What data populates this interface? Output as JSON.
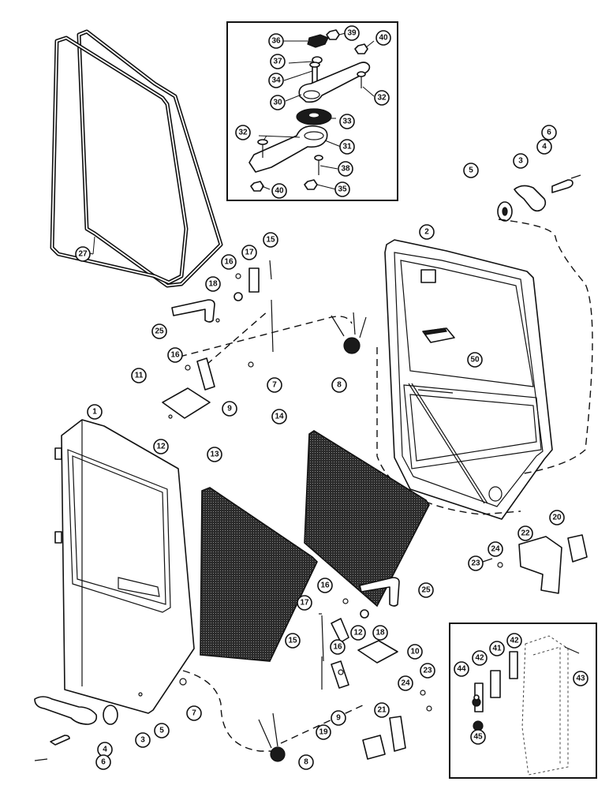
{
  "callouts": {
    "c1": "1",
    "c2": "2",
    "c3a": "3",
    "c3b": "3",
    "c4a": "4",
    "c4b": "4",
    "c5a": "5",
    "c5b": "5",
    "c6a": "6",
    "c6b": "6",
    "c7a": "7",
    "c7b": "7",
    "c8a": "8",
    "c8b": "8",
    "c9a": "9",
    "c9b": "9",
    "c10": "10",
    "c11": "11",
    "c12a": "12",
    "c12b": "12",
    "c13": "13",
    "c14": "14",
    "c15a": "15",
    "c15b": "15",
    "c16a": "16",
    "c16b": "16",
    "c16c": "16",
    "c16d": "16",
    "c17a": "17",
    "c17b": "17",
    "c18a": "18",
    "c18b": "18",
    "c19": "19",
    "c20": "20",
    "c21": "21",
    "c22": "22",
    "c23a": "23",
    "c23b": "23",
    "c24a": "24",
    "c24b": "24",
    "c25a": "25",
    "c25b": "25",
    "c27": "27",
    "c30": "30",
    "c31": "31",
    "c32a": "32",
    "c32b": "32",
    "c33": "33",
    "c34": "34",
    "c35": "35",
    "c36": "36",
    "c37": "37",
    "c38": "38",
    "c39": "39",
    "c40a": "40",
    "c40b": "40",
    "c41": "41",
    "c42a": "42",
    "c42b": "42",
    "c43": "43",
    "c44": "44",
    "c45": "45",
    "c50": "50"
  }
}
